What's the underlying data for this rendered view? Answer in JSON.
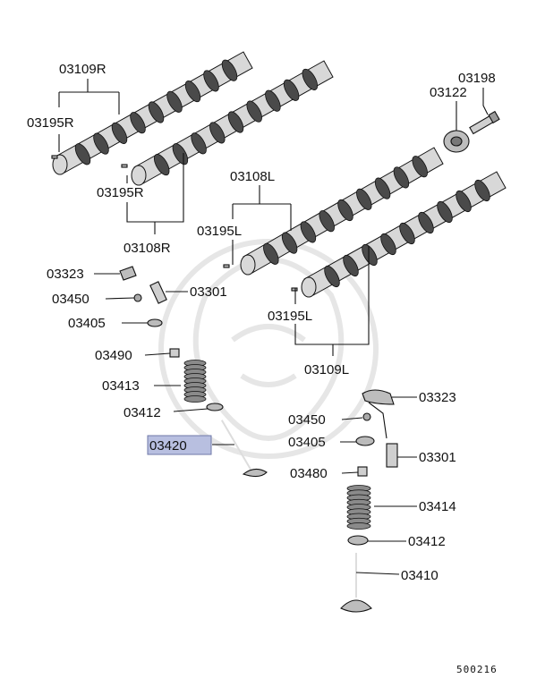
{
  "callouts": {
    "c03109R": "03109R",
    "c03195R_top": "03195R",
    "c03195R_mid": "03195R",
    "c03108R": "03108R",
    "c03198": "03198",
    "c03122": "03122",
    "c03108L": "03108L",
    "c03195L_top": "03195L",
    "c03195L_bot": "03195L",
    "c03109L": "03109L",
    "c03323_left": "03323",
    "c03450_left": "03450",
    "c03301_left": "03301",
    "c03405_left": "03405",
    "c03490": "03490",
    "c03413": "03413",
    "c03412_left": "03412",
    "c03420": "03420",
    "c03323_right": "03323",
    "c03450_right": "03450",
    "c03405_right": "03405",
    "c03301_right": "03301",
    "c03480": "03480",
    "c03414": "03414",
    "c03412_right": "03412",
    "c03410": "03410"
  },
  "highlight_color": "#b8bfe0",
  "footer_code": "500216"
}
